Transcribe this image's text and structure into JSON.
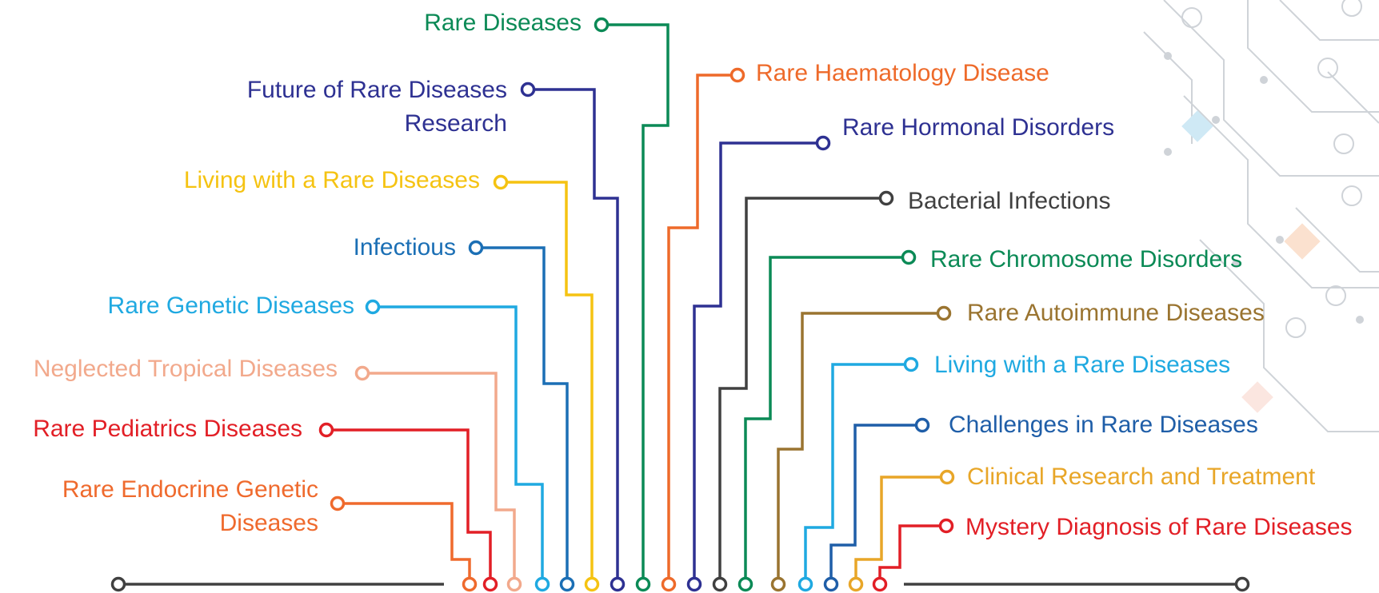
{
  "colors": {
    "rare_diseases": "#0b8a56",
    "future": "#2e3192",
    "living_left": "#f5c312",
    "infectious": "#1b6fb5",
    "genetic": "#1fa9e1",
    "tropical": "#f2a98c",
    "pediatrics": "#e21f26",
    "endocrine": "#ef6a2d",
    "haematology": "#ee6a2a",
    "hormonal": "#2e3192",
    "bacterial": "#404040",
    "chromosome": "#0b8a56",
    "autoimmune": "#9a7430",
    "living_right": "#1fa9e1",
    "challenges": "#1f5ea8",
    "clinical": "#e8a628",
    "mystery": "#e21f26",
    "baseline": "#404040",
    "decor": "#cfd3d8"
  },
  "left_topics": [
    {
      "id": "rare_diseases",
      "text": "Rare Diseases"
    },
    {
      "id": "future",
      "text": "Future of Rare Diseases Research"
    },
    {
      "id": "living_left",
      "text": "Living with a Rare Diseases"
    },
    {
      "id": "infectious",
      "text": "Infectious"
    },
    {
      "id": "genetic",
      "text": "Rare Genetic Diseases"
    },
    {
      "id": "tropical",
      "text": "Neglected Tropical Diseases"
    },
    {
      "id": "pediatrics",
      "text": "Rare Pediatrics Diseases"
    },
    {
      "id": "endocrine",
      "text": "Rare Endocrine Genetic Diseases"
    }
  ],
  "right_topics": [
    {
      "id": "haematology",
      "text": "Rare Haematology Disease"
    },
    {
      "id": "hormonal",
      "text": "Rare Hormonal Disorders"
    },
    {
      "id": "bacterial",
      "text": "Bacterial Infections"
    },
    {
      "id": "chromosome",
      "text": "Rare Chromosome Disorders"
    },
    {
      "id": "autoimmune",
      "text": "Rare Autoimmune Diseases"
    },
    {
      "id": "living_right",
      "text": "Living with a Rare Diseases"
    },
    {
      "id": "challenges",
      "text": "Challenges in Rare Diseases"
    },
    {
      "id": "clinical",
      "text": "Clinical Research and Treatment"
    },
    {
      "id": "mystery",
      "text": "Mystery Diagnosis of Rare Diseases"
    }
  ]
}
